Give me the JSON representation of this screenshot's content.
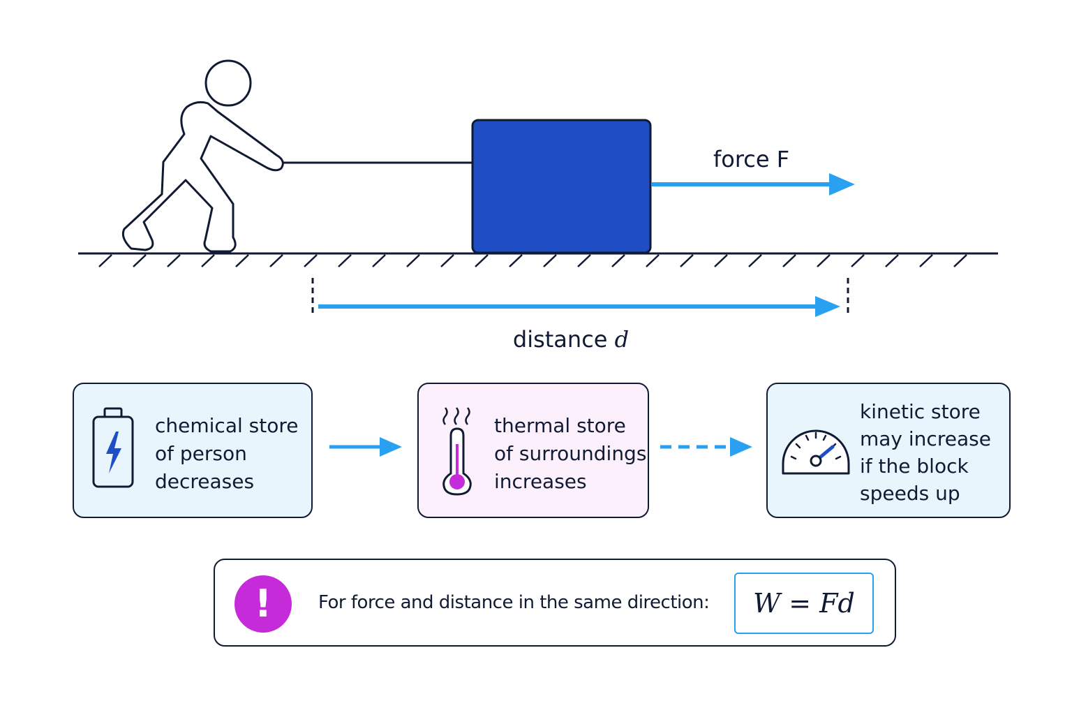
{
  "diagram": {
    "force_label": "force F",
    "distance_label": {
      "text": "distance ",
      "symbol": "d"
    }
  },
  "stores": [
    {
      "icon": "battery-bolt-icon",
      "lines": [
        "chemical store",
        "of person",
        "decreases"
      ],
      "background": "#e9f5fd"
    },
    {
      "icon": "thermometer-heat-icon",
      "lines": [
        "thermal store",
        "of surroundings",
        "increases"
      ],
      "background": "#fcf0fc"
    },
    {
      "icon": "speedometer-icon",
      "lines": [
        "kinetic store",
        "may increase",
        "if the block",
        "speeds up"
      ],
      "background": "#e9f5fd"
    }
  ],
  "note": {
    "icon": "exclamation-icon",
    "text": "For force and distance in the same direction:",
    "formula": "W = Fd"
  },
  "colors": {
    "block": "#1f4ec4",
    "arrow": "#2aa0f0",
    "accent_magenta": "#c52bd8",
    "ink": "#111a33"
  }
}
